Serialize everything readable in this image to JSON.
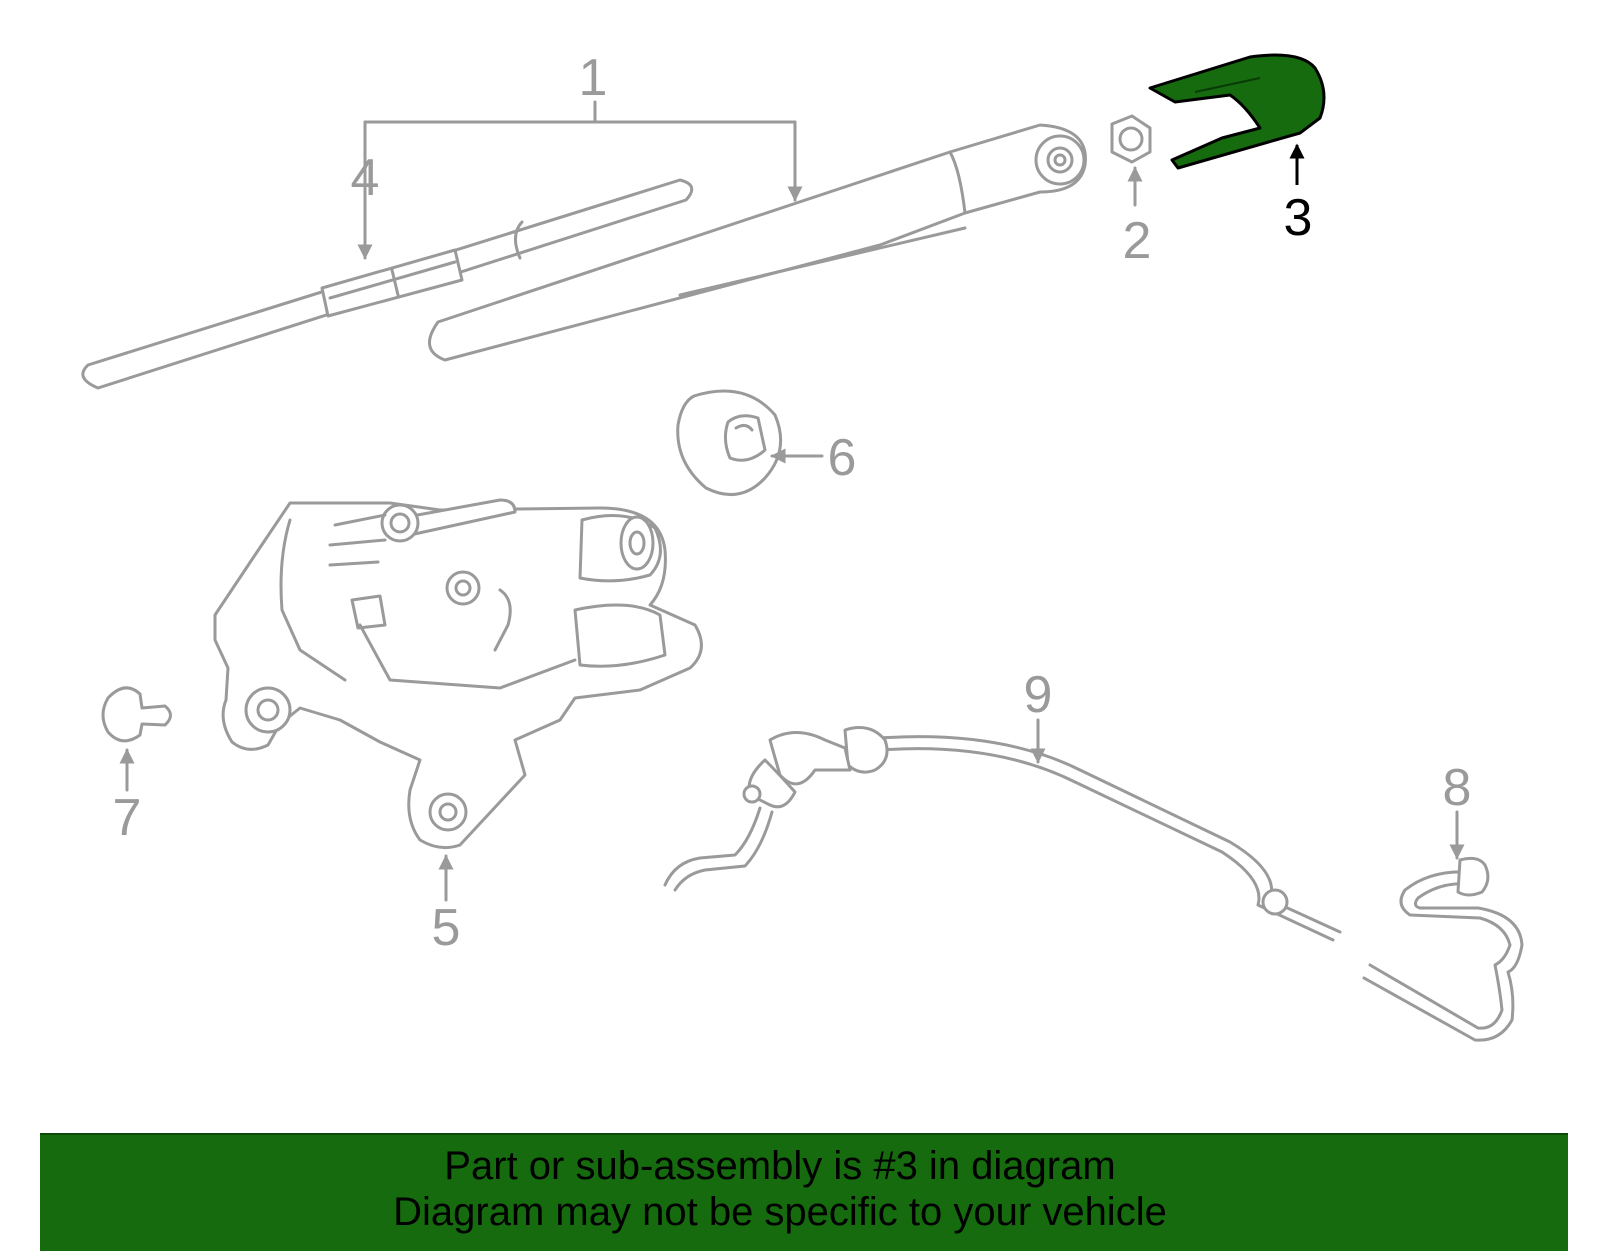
{
  "diagram": {
    "callouts": {
      "c1": "1",
      "c2": "2",
      "c3": "3",
      "c4": "4",
      "c5": "5",
      "c6": "6",
      "c7": "7",
      "c8": "8",
      "c9": "9"
    },
    "highlighted_part": "3",
    "colors": {
      "highlight_fill": "#156b0e",
      "part_stroke": "#9a9a9a",
      "banner": "#156b0e"
    }
  },
  "banner": {
    "line1": "Part or sub-assembly is #3 in diagram",
    "line2": "Diagram may not be specific to your vehicle"
  }
}
